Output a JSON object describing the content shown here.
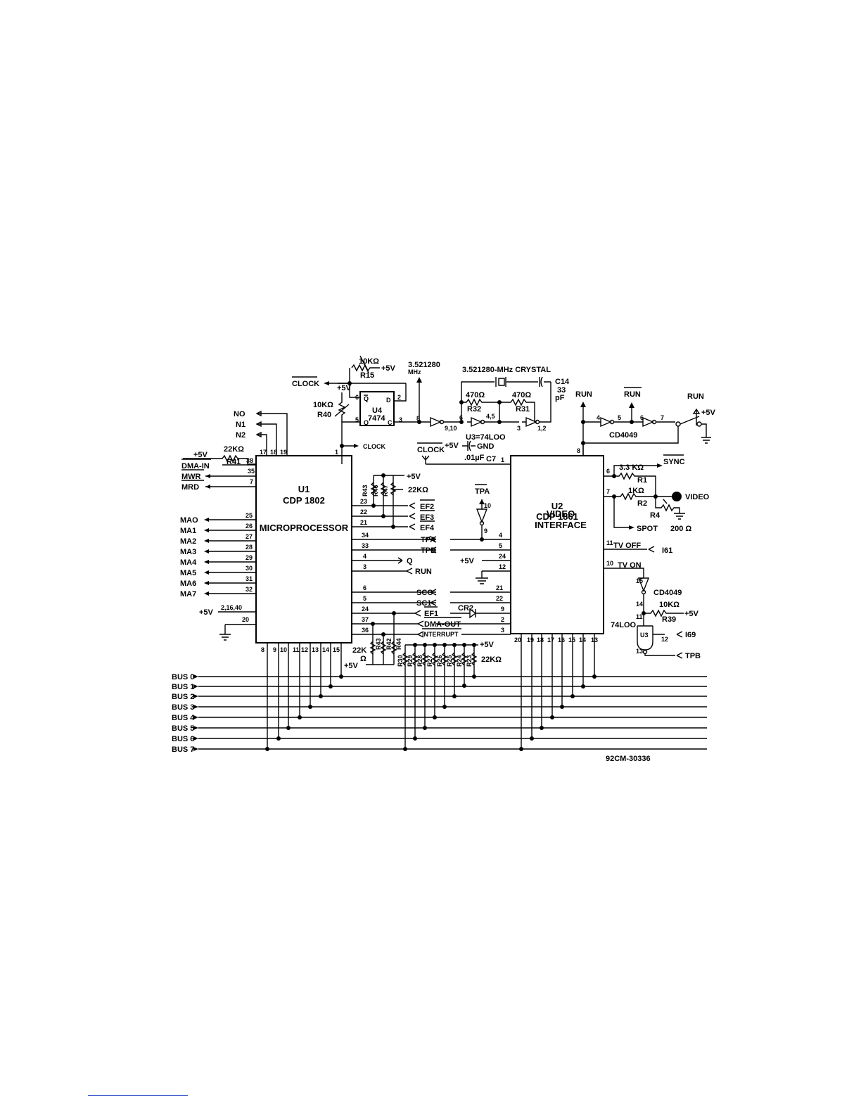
{
  "figure_id": "92CM-30336",
  "u1": {
    "ref": "U1",
    "part": "CDP 1802",
    "function": "MICROPROCESSOR"
  },
  "u2": {
    "ref": "U2",
    "part": "CDP 1861",
    "function_line1": "VIDEO",
    "function_line2": "INTERFACE"
  },
  "u4": {
    "ref": "U4",
    "part": "7474",
    "pin_d": "D",
    "pin_c": "C",
    "pin_q": "Q",
    "pin_qbar": "Q"
  },
  "u3": {
    "note": "U3=74LOO",
    "ref": "U3",
    "part": "74LOO"
  },
  "clock": {
    "freq": "3.521280",
    "unit": "MHz",
    "crystal": "3.521280-MHz CRYSTAL",
    "c14_ref": "C14",
    "c14_val1": "33",
    "c14_val2": "pF",
    "r32_val": "470Ω",
    "r32_ref": "R32",
    "r31_val": "470Ω",
    "r31_ref": "R31",
    "r15_val": "10KΩ",
    "r15_ref": "R15",
    "r40_val": "10KΩ",
    "r40_ref": "R40",
    "c7_val": ".01µF",
    "c7_ref": "C7",
    "gnd": "GND",
    "clock_bar": "CLOCK",
    "clock": "CLOCK",
    "plus5v": "+5V"
  },
  "u1_left": {
    "n0": "NO",
    "n1": "N1",
    "n2": "N2",
    "r41_val": "22KΩ",
    "r41_ref": "R41",
    "dma_in": "DMA-IN",
    "mwr": "MWR",
    "mrd": "MRD",
    "ma": [
      "MAO",
      "MA1",
      "MA2",
      "MA3",
      "MA4",
      "MA5",
      "MA6",
      "MA7"
    ],
    "ma_pins": [
      "25",
      "26",
      "27",
      "28",
      "29",
      "30",
      "31",
      "32"
    ],
    "pin_38": "38",
    "pin_35": "35",
    "pin_7": "7",
    "pins_top": [
      "17",
      "18",
      "19"
    ],
    "vcc_pins": "2,16,40",
    "gnd_pin": "20",
    "pin_1": "1"
  },
  "u1_right": {
    "pins": [
      "23",
      "22",
      "21",
      "34",
      "33",
      "4",
      "3",
      "6",
      "5",
      "24",
      "37",
      "36"
    ],
    "signals": [
      "EF2",
      "EF3",
      "EF4",
      "TPA",
      "TPB",
      "Q",
      "RUN",
      "SCO",
      "SC1",
      "EF1",
      "DMA-OUT",
      "INTERRUPT"
    ],
    "pullup_val": "22KΩ",
    "pullup_refs": [
      "R43",
      "R46",
      "R47"
    ],
    "low_pullup_val": "22K",
    "low_pullup_unit": "Ω",
    "low_pullup_refs": [
      "R43",
      "R42",
      "R44"
    ],
    "cr2": "CR2"
  },
  "bus_pullups": {
    "refs": [
      "R30",
      "R29",
      "R28",
      "R27",
      "R26",
      "R25",
      "R24",
      "R23"
    ],
    "value": "22KΩ"
  },
  "u1_bottom_pins": [
    "8",
    "9",
    "10",
    "11",
    "12",
    "13",
    "14",
    "15"
  ],
  "u2_left_pins": [
    "1",
    "4",
    "5",
    "24",
    "12",
    "21",
    "22",
    "9",
    "2",
    "3"
  ],
  "u2_bottom_pins": [
    "20",
    "19",
    "18",
    "17",
    "16",
    "15",
    "14",
    "13"
  ],
  "u2_top_pin": "8",
  "u2_right": {
    "pin_6": "6",
    "pin_7": "7",
    "pin_11": "11",
    "pin_10": "10",
    "sync": "SYNC",
    "r1_val": "3.3 KΩ",
    "r1_ref": "R1",
    "r2_val": "1KΩ",
    "r2_ref": "R2",
    "r4_ref": "R4",
    "r4_val": "200 Ω",
    "video": "VIDEO",
    "spot": "SPOT",
    "tv_off": "TV OFF",
    "tv_on": "TV ON",
    "i61": "I61",
    "i69": "I69",
    "tpb": "TPB",
    "cd4049": "CD4049",
    "r39_val": "10KΩ",
    "r39_ref": "R39",
    "nand_pins": [
      "15",
      "14",
      "11",
      "12",
      "13"
    ]
  },
  "run_circuit": {
    "run": "RUN",
    "run_bar": "RUN",
    "run2": "RUN",
    "plus5v": "+5V",
    "chip": "CD4049",
    "pins": [
      "4",
      "5",
      "6",
      "7"
    ]
  },
  "tpa_inverter": {
    "label": "TPA",
    "pin_in": "10",
    "pin_out": "9"
  },
  "buses": [
    "BUS 0",
    "BUS 1",
    "BUS 2",
    "BUS 3",
    "BUS 4",
    "BUS 5",
    "BUS 6",
    "BUS 7"
  ]
}
